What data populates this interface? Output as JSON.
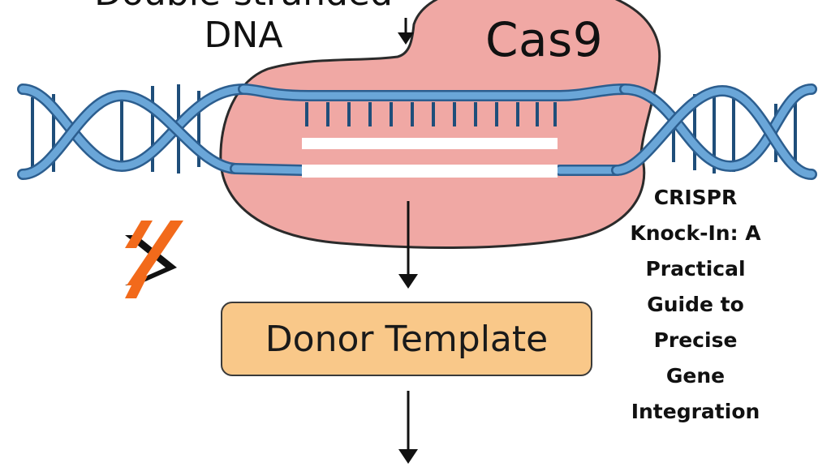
{
  "labels": {
    "dna_label_line1": "Double-stranded",
    "dna_label_line2": "DNA",
    "cas9": "Cas9",
    "donor_template": "Donor Template"
  },
  "caption": {
    "lines": [
      "CRISPR",
      "Knock-In: A",
      "Practical",
      "Guide to",
      "Precise",
      "Gene",
      "Integration"
    ]
  },
  "colors": {
    "dna_strand": "#6aa6d8",
    "dna_outline": "#2c5e8f",
    "base_pair": "#1f4e7a",
    "cas9_fill": "#f0a8a4",
    "cas9_outline": "#2b2b2b",
    "donor_fill": "#f9c889",
    "logo_orange": "#f26a1b",
    "logo_black": "#111111"
  },
  "icons": [
    "arrow-down-icon",
    "logo-icon"
  ]
}
